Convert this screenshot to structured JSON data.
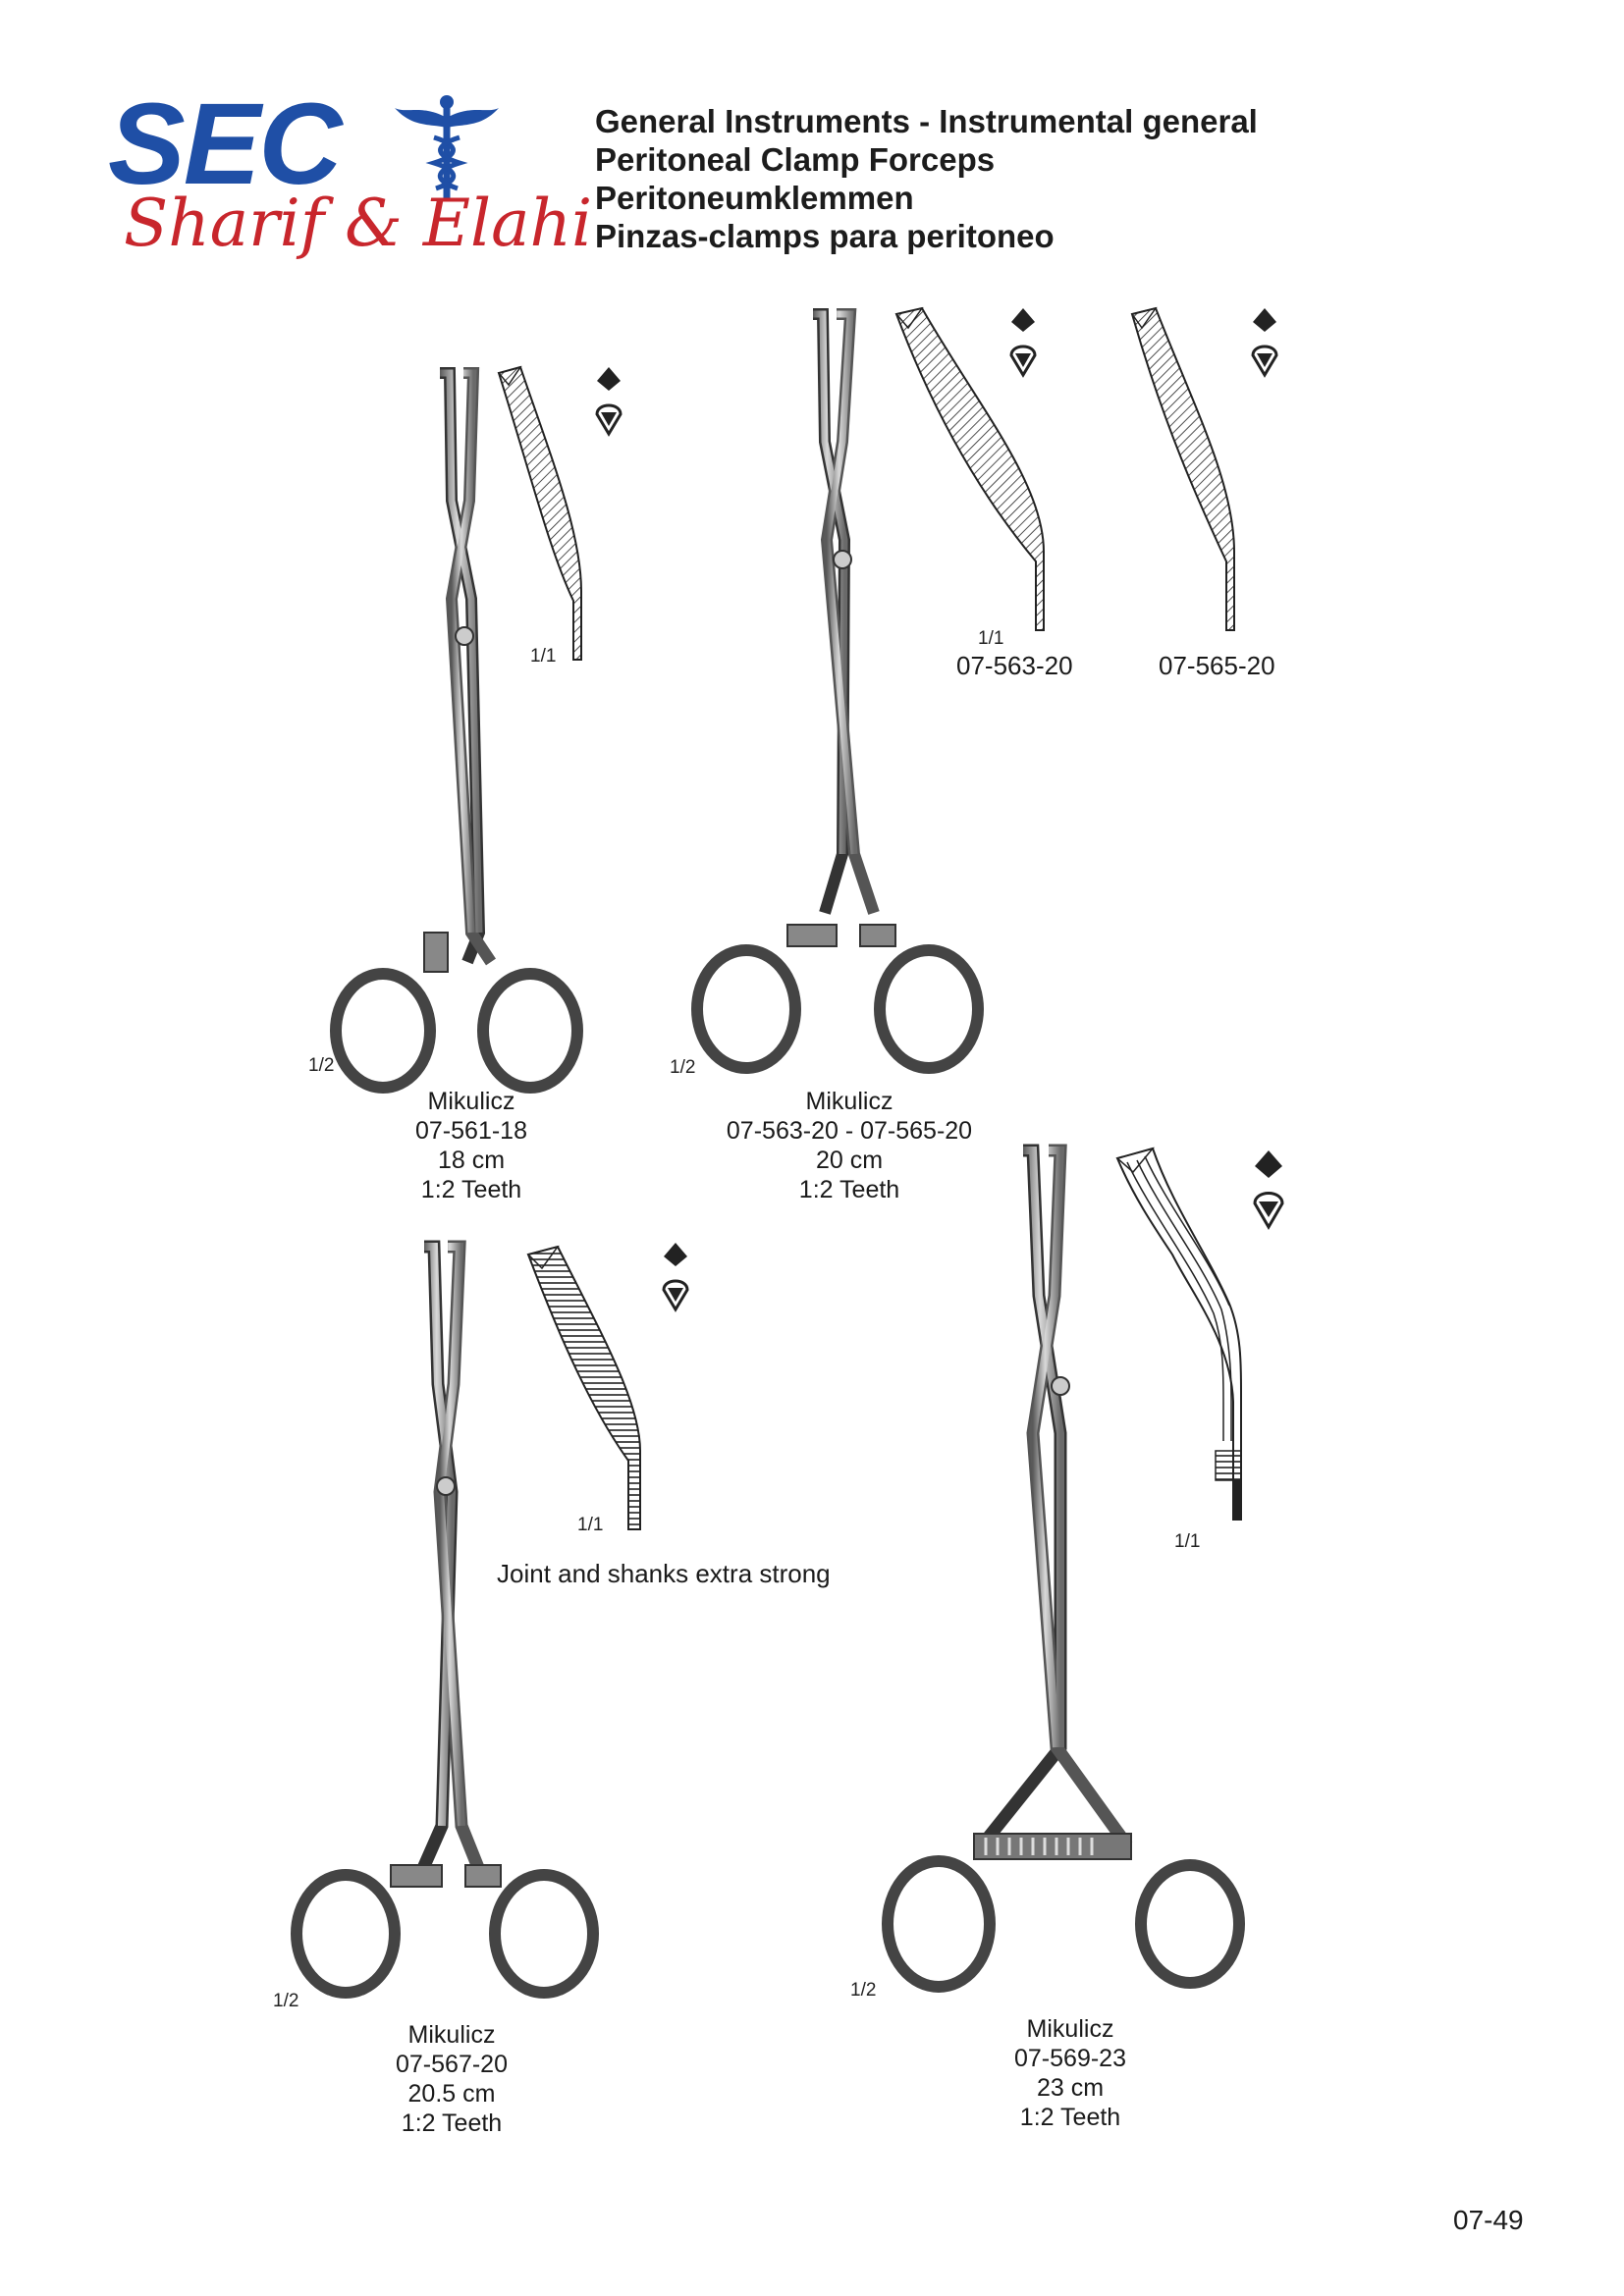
{
  "brand": {
    "logo_text": "SEC",
    "logo_script": "Sharif & Elahi"
  },
  "header": {
    "line1": "General Instruments  -  Instrumental general",
    "line2": "Peritoneal Clamp Forceps",
    "line3": "Peritoneumklemmen",
    "line4": "Pinzas-clamps para peritoneo"
  },
  "items": [
    {
      "name": "Mikulicz",
      "code": "07-561-18",
      "size": "18 cm",
      "teeth": "1:2 Teeth",
      "scale": "1/2",
      "detail_scale": "1/1"
    },
    {
      "name": "Mikulicz",
      "code": "07-563-20  -  07-565-20",
      "size": "20 cm",
      "teeth": "1:2 Teeth",
      "scale": "1/2",
      "detail_scale": "1/1"
    },
    {
      "name": "Mikulicz",
      "code": "07-567-20",
      "size": "20.5 cm",
      "teeth": "1:2 Teeth",
      "scale": "1/2",
      "detail_scale": "1/1"
    },
    {
      "name": "Mikulicz",
      "code": "07-569-23",
      "size": "23 cm",
      "teeth": "1:2 Teeth",
      "scale": "1/2",
      "detail_scale": "1/1"
    }
  ],
  "detail_codes": {
    "a": "07-563-20",
    "b": "07-565-20"
  },
  "note": "Joint and shanks extra strong",
  "page_number": "07-49"
}
